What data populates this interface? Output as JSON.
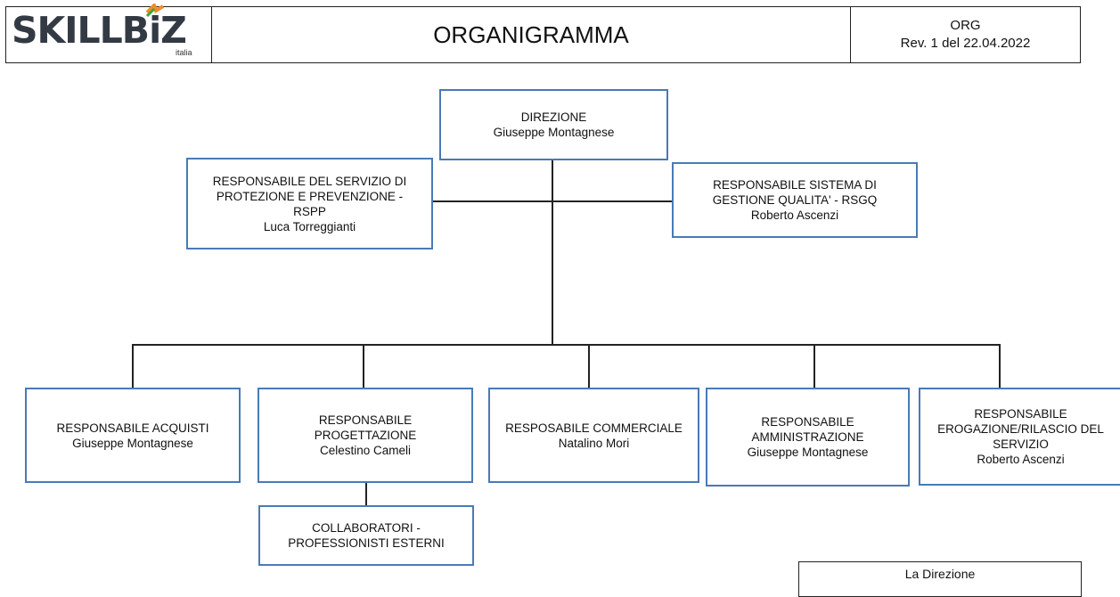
{
  "header": {
    "logo_text": "SKILLBiZ",
    "logo_sub": "italia",
    "title": "ORGANIGRAMMA",
    "doc_code": "ORG",
    "revision": "Rev. 1 del 22.04.2022"
  },
  "org": {
    "direzione": {
      "role": "DIREZIONE",
      "name": "Giuseppe Montagnese"
    },
    "rspp": {
      "role": "RESPONSABILE DEL SERVIZIO DI PROTEZIONE E PREVENZIONE - RSPP",
      "name": "Luca Torreggianti"
    },
    "rsgq": {
      "role": "RESPONSABILE SISTEMA DI GESTIONE QUALITA' - RSGQ",
      "name": "Roberto Ascenzi"
    },
    "acquisti": {
      "role": "RESPONSABILE ACQUISTI",
      "name": "Giuseppe Montagnese"
    },
    "progettazione": {
      "role": "RESPONSABILE PROGETTAZIONE",
      "name": "Celestino Cameli"
    },
    "commerciale": {
      "role": "RESPOSABILE COMMERCIALE",
      "name": "Natalino Mori"
    },
    "amministrazione": {
      "role": "RESPONSABILE AMMINISTRAZIONE",
      "name": "Giuseppe Montagnese"
    },
    "erogazione": {
      "role": "RESPONSABILE EROGAZIONE/RILASCIO DEL SERVIZIO",
      "name": "Roberto Ascenzi"
    },
    "collaboratori": {
      "role": "COLLABORATORI - PROFESSIONISTI ESTERNI"
    }
  },
  "signature": {
    "label": "La Direzione"
  },
  "colors": {
    "box_border": "#4a7ab5",
    "logo_dark": "#333a44",
    "logo_accent": "#f28c28",
    "logo_green": "#3aa935"
  }
}
